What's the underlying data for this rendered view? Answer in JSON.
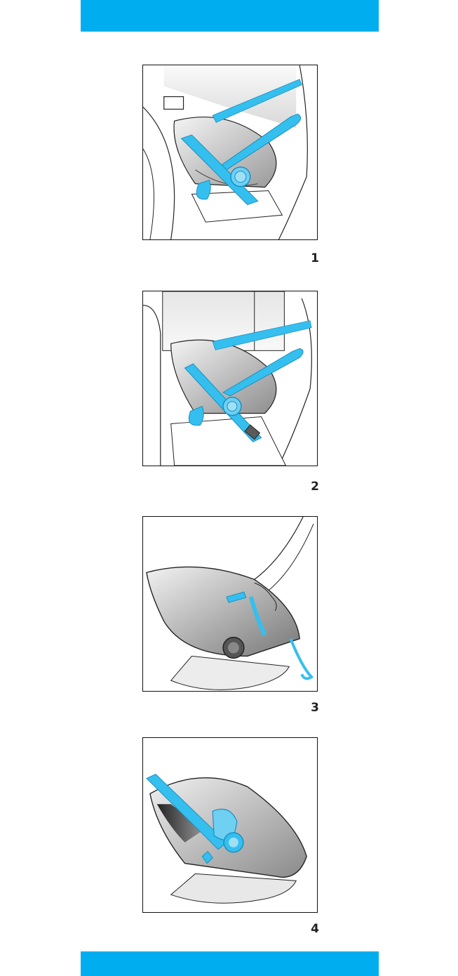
{
  "colors": {
    "band": "#00aeef",
    "strap": "#35bfee",
    "strap_dark": "#1a8fc4",
    "ink": "#222222"
  },
  "steps": [
    {
      "number": "1",
      "icon": "car-seat-belted-rear-facing-icon"
    },
    {
      "number": "2",
      "icon": "car-seat-belt-buckled-icon"
    },
    {
      "number": "3",
      "icon": "car-seat-strap-hand-icon"
    },
    {
      "number": "4",
      "icon": "car-seat-handle-locked-icon"
    }
  ]
}
